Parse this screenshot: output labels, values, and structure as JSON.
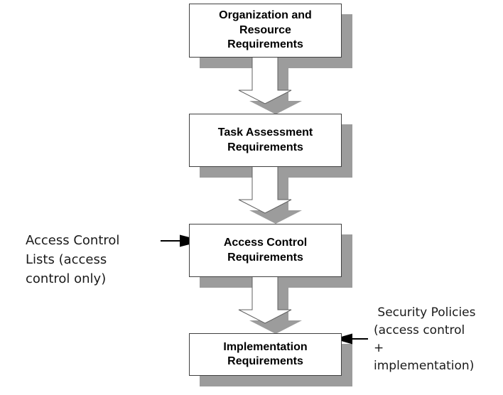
{
  "diagram": {
    "boxes": [
      {
        "id": "organization-resource",
        "label": "Organization and\nResource\nRequirements"
      },
      {
        "id": "task-assessment",
        "label": "Task Assessment\nRequirements"
      },
      {
        "id": "access-control",
        "label": "Access Control\nRequirements"
      },
      {
        "id": "implementation",
        "label": "Implementation\nRequirements"
      }
    ],
    "annotations": {
      "left": {
        "text": "Access Control\nLists (access\ncontrol only)"
      },
      "right": {
        "text": " Security Policies\n(access control\n+\nimplementation)"
      }
    },
    "colors": {
      "shadow": "#9c9c9c",
      "box_fill": "#ffffff",
      "box_border": "#404040",
      "arrow_outline": "#606060",
      "text": "#000000"
    }
  }
}
